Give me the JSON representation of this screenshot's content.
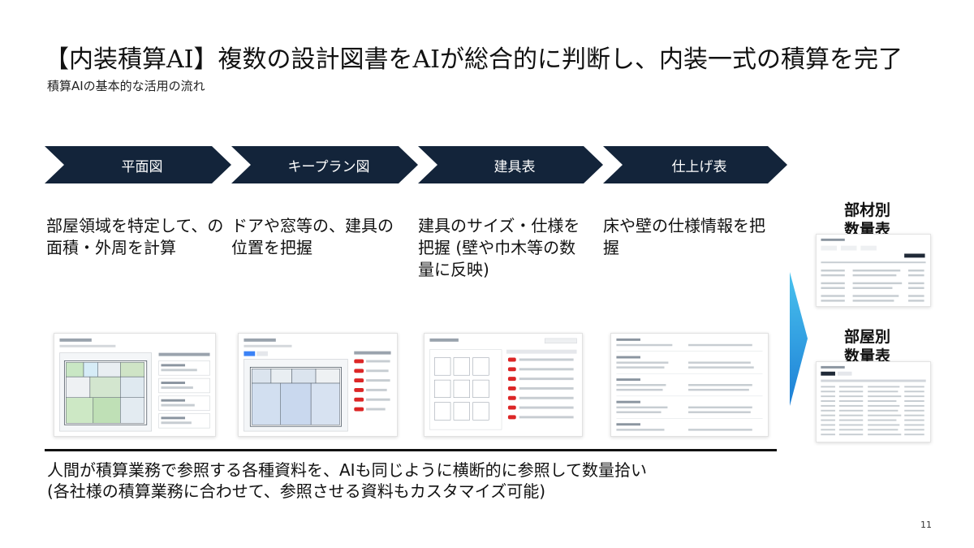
{
  "header": {
    "title": "【内装積算AI】複数の設計図書をAIが総合的に判断し、内装一式の積算を完了",
    "subtitle": "積算AIの基本的な活用の流れ"
  },
  "steps": [
    {
      "label": "平面図",
      "desc": "部屋領域を特定して、の面積・外周を計算"
    },
    {
      "label": "キープラン図",
      "desc": "ドアや窓等の、建具の位置を把握"
    },
    {
      "label": "建具表",
      "desc": "建具のサイズ・仕様を把握 (壁や巾木等の数量に反映)"
    },
    {
      "label": "仕上げ表",
      "desc": "床や壁の仕様情報を把握"
    }
  ],
  "outputs": [
    {
      "label_line1": "部材別",
      "label_line2": "数量表"
    },
    {
      "label_line1": "部屋別",
      "label_line2": "数量表"
    }
  ],
  "footer": {
    "line1": "人間が積算業務で参照する各種資料を、AIも同じように横断的に参照して数量拾い",
    "line2": "(各社様の積算業務に合わせて、参照させる資料もカスタマイズ可能)"
  },
  "page_number": "11",
  "colors": {
    "chevron": "#13243a",
    "arrow_top": "#49c2ee",
    "arrow_bottom": "#1d7fd6"
  }
}
